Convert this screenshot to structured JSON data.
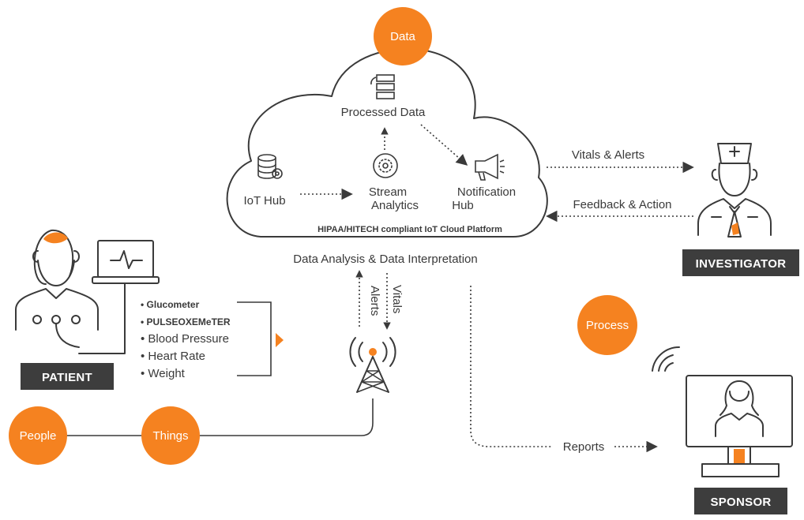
{
  "circles": {
    "data": "Data",
    "process": "Process",
    "people": "People",
    "things": "Things"
  },
  "cloud": {
    "processed_data": "Processed Data",
    "iot_hub": "IoT Hub",
    "stream_analytics_line1": "Stream",
    "stream_analytics_line2": "Analytics",
    "notification_hub_line1": "Notification",
    "notification_hub_line2": "Hub",
    "platform_note": "HIPAA/HITECH compliant IoT Cloud Platform",
    "caption": "Data Analysis & Data Interpretation"
  },
  "flows": {
    "vitals_alerts": "Vitals & Alerts",
    "feedback_action": "Feedback & Action",
    "alerts": "Alerts",
    "vitals": "Vitals",
    "reports": "Reports"
  },
  "patient": {
    "badge": "PATIENT",
    "devices": [
      "Glucometer",
      "PULSEOXEMeTER",
      "Blood Pressure",
      "Heart Rate",
      "Weight"
    ]
  },
  "investigator": {
    "badge": "INVESTIGATOR"
  },
  "sponsor": {
    "badge": "SPONSOR"
  },
  "colors": {
    "accent": "#f58220",
    "ink": "#3a3a3a",
    "badge_bg": "#3d3d3d"
  },
  "icons": [
    "database-gear-icon",
    "gear-cycle-icon",
    "stacked-data-icon",
    "megaphone-icon",
    "laptop-heartbeat-icon",
    "cell-tower-icon",
    "wifi-signal-icon",
    "nurse-icon",
    "patient-icon",
    "monitor-sponsor-icon"
  ]
}
